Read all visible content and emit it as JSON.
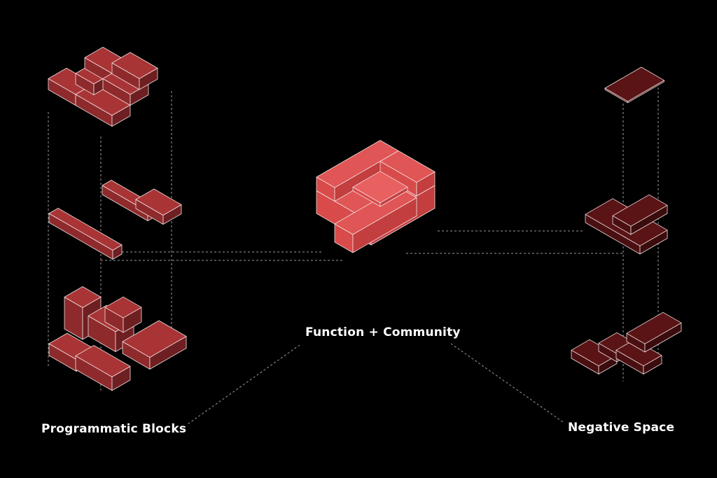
{
  "labels": {
    "center": "Function + Community",
    "left": "Programmatic Blocks",
    "right": "Negative Space"
  },
  "colors": {
    "background": "#000000",
    "center_mass": "#d94a4a",
    "block_top": "#a83436",
    "block_side_light": "#8e2a2c",
    "block_side_dark": "#6e1f21",
    "void": "#5a1416",
    "edges": "#f2dede",
    "guides": "#9a9a9a"
  }
}
